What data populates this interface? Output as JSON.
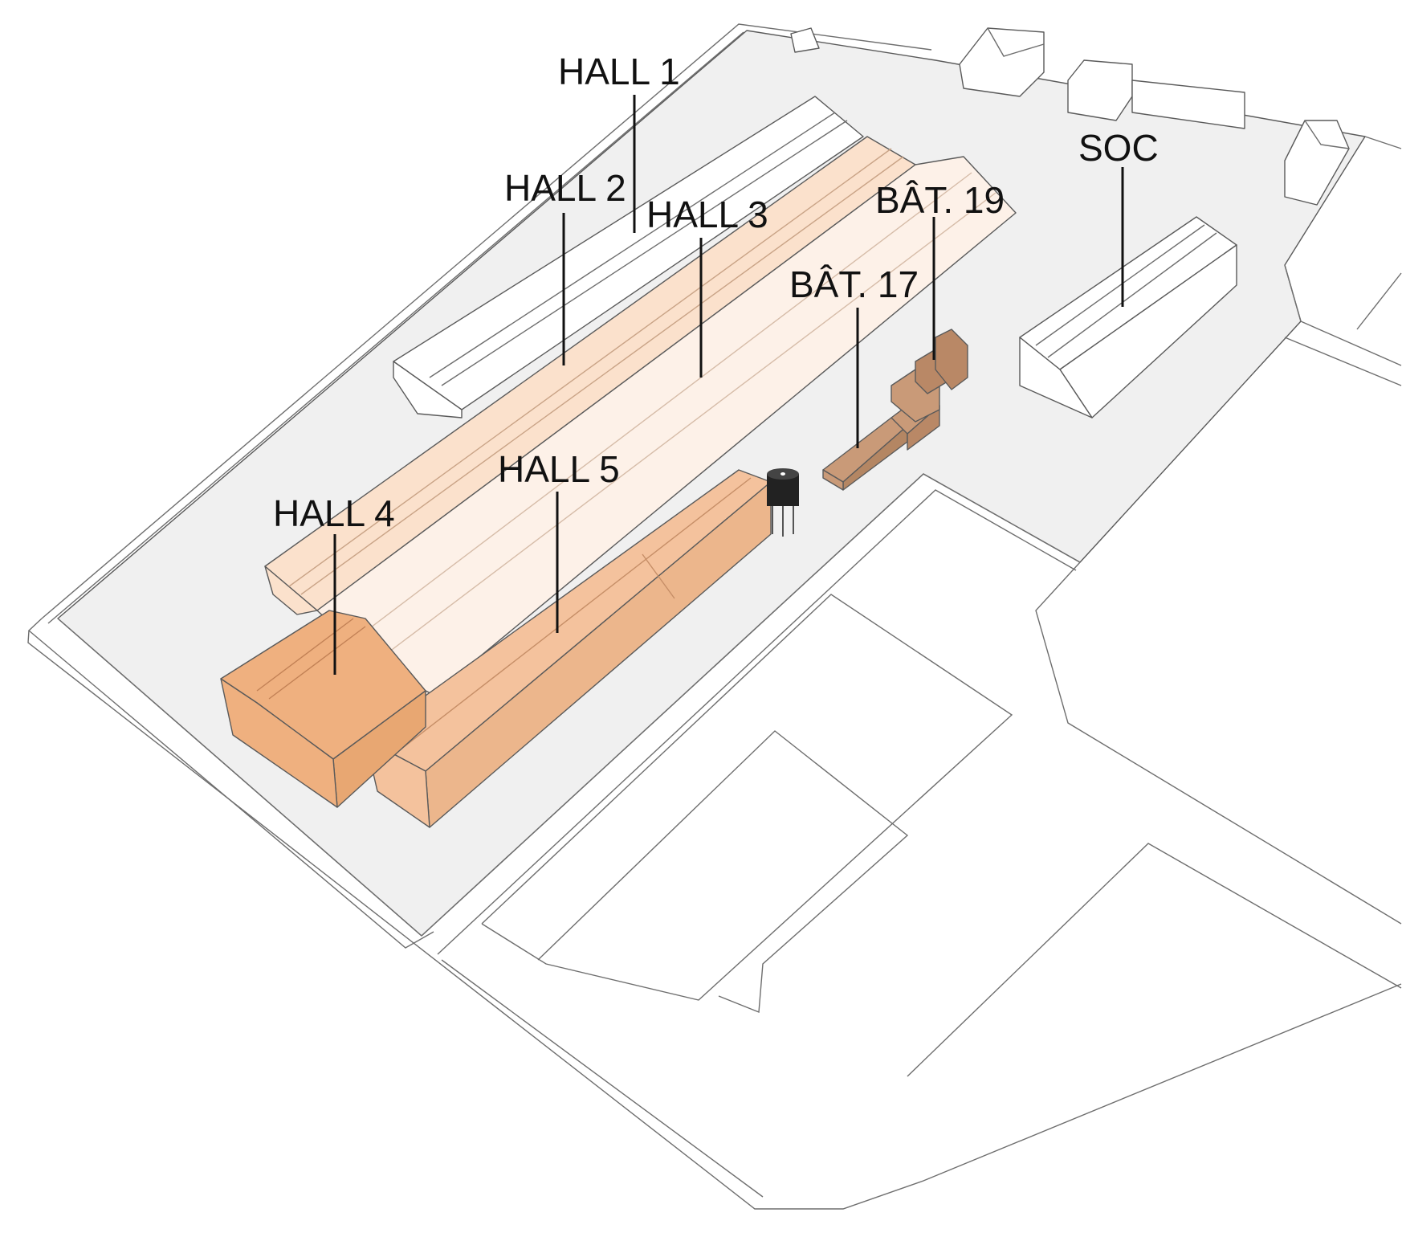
{
  "labels": {
    "hall1": "HALL 1",
    "hall2": "HALL 2",
    "hall3": "HALL 3",
    "hall4": "HALL 4",
    "hall5": "HALL 5",
    "bat17": "BÂT. 17",
    "bat19": "BÂT. 19",
    "soc": "SOC"
  },
  "colors": {
    "site_ground": "#f0f0f0",
    "white_building": "#ffffff",
    "hall2": "#fbe1cc",
    "hall3": "#fdf1e8",
    "hall4": "#efb07f",
    "hall5": "#f4c29d",
    "bat17": "#c99a78",
    "bat19": "#b98866",
    "water_tower": "#222222"
  }
}
